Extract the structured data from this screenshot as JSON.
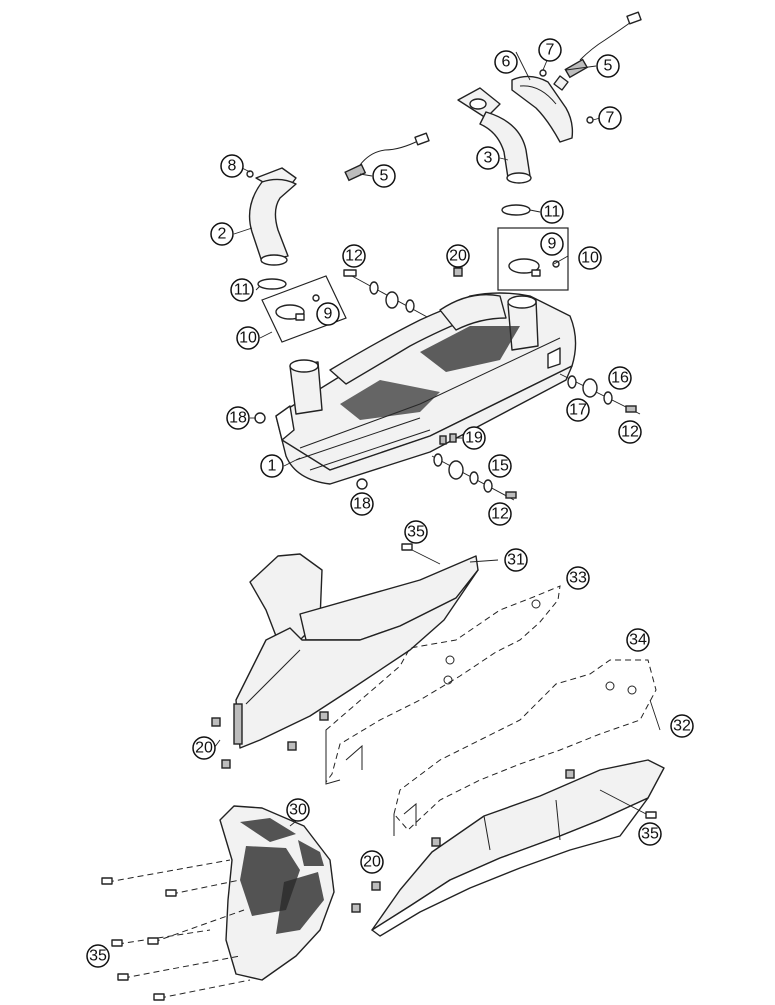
{
  "callouts": [
    {
      "id": "c1",
      "label": "1"
    },
    {
      "id": "c2",
      "label": "2"
    },
    {
      "id": "c3",
      "label": "3"
    },
    {
      "id": "c5a",
      "label": "5"
    },
    {
      "id": "c5b",
      "label": "5"
    },
    {
      "id": "c6",
      "label": "6"
    },
    {
      "id": "c7a",
      "label": "7"
    },
    {
      "id": "c7b",
      "label": "7"
    },
    {
      "id": "c8",
      "label": "8"
    },
    {
      "id": "c9a",
      "label": "9"
    },
    {
      "id": "c9b",
      "label": "9"
    },
    {
      "id": "c10a",
      "label": "10"
    },
    {
      "id": "c10b",
      "label": "10"
    },
    {
      "id": "c11a",
      "label": "11"
    },
    {
      "id": "c11b",
      "label": "11"
    },
    {
      "id": "c12a",
      "label": "12"
    },
    {
      "id": "c12b",
      "label": "12"
    },
    {
      "id": "c12c",
      "label": "12"
    },
    {
      "id": "c15",
      "label": "15"
    },
    {
      "id": "c16",
      "label": "16"
    },
    {
      "id": "c17",
      "label": "17"
    },
    {
      "id": "c18a",
      "label": "18"
    },
    {
      "id": "c18b",
      "label": "18"
    },
    {
      "id": "c19",
      "label": "19"
    },
    {
      "id": "c20a",
      "label": "20"
    },
    {
      "id": "c20b",
      "label": "20"
    },
    {
      "id": "c20c",
      "label": "20"
    },
    {
      "id": "c30",
      "label": "30"
    },
    {
      "id": "c31",
      "label": "31"
    },
    {
      "id": "c32",
      "label": "32"
    },
    {
      "id": "c33",
      "label": "33"
    },
    {
      "id": "c34",
      "label": "34"
    },
    {
      "id": "c35a",
      "label": "35"
    },
    {
      "id": "c35b",
      "label": "35"
    },
    {
      "id": "c35c",
      "label": "35"
    }
  ]
}
